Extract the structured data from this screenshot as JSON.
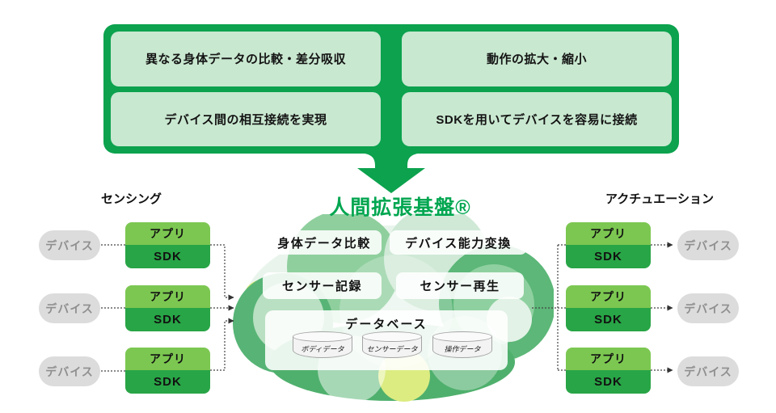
{
  "colors": {
    "frame_green": "#0ca24e",
    "feature_bg": "#c9e8d0",
    "app_green": "#7cc751",
    "sdk_green": "#28a546",
    "title_green": "#00a650",
    "cloud_green_dark": "#4fb06d",
    "cloud_green_mid": "#8fcf9e",
    "cloud_yellow_green": "#d7e873",
    "device_pill_bg": "#dcdcdc",
    "device_pill_text": "#8f8f8f",
    "connector": "#333333"
  },
  "top_panel": {
    "features": [
      {
        "label": "異なる身体データの比較・差分吸収"
      },
      {
        "label": "動作の拡大・縮小"
      },
      {
        "label": "デバイス間の相互接続を実現"
      },
      {
        "label": "SDKを用いてデバイスを容易に接続"
      }
    ]
  },
  "platform": {
    "title": "人間拡張基盤®",
    "functions": [
      {
        "label": "身体データ比較"
      },
      {
        "label": "デバイス能力変換"
      },
      {
        "label": "センサー記録"
      },
      {
        "label": "センサー再生"
      }
    ],
    "database": {
      "label": "データベース",
      "stores": [
        {
          "label": "ボディデータ"
        },
        {
          "label": "センサーデータ"
        },
        {
          "label": "操作データ"
        }
      ]
    }
  },
  "sensing": {
    "label": "センシング",
    "groups": [
      {
        "device": "デバイス",
        "app": "アプリ",
        "sdk": "SDK"
      },
      {
        "device": "デバイス",
        "app": "アプリ",
        "sdk": "SDK"
      },
      {
        "device": "デバイス",
        "app": "アプリ",
        "sdk": "SDK"
      }
    ]
  },
  "actuation": {
    "label": "アクチュエーション",
    "groups": [
      {
        "device": "デバイス",
        "app": "アプリ",
        "sdk": "SDK"
      },
      {
        "device": "デバイス",
        "app": "アプリ",
        "sdk": "SDK"
      },
      {
        "device": "デバイス",
        "app": "アプリ",
        "sdk": "SDK"
      }
    ]
  }
}
